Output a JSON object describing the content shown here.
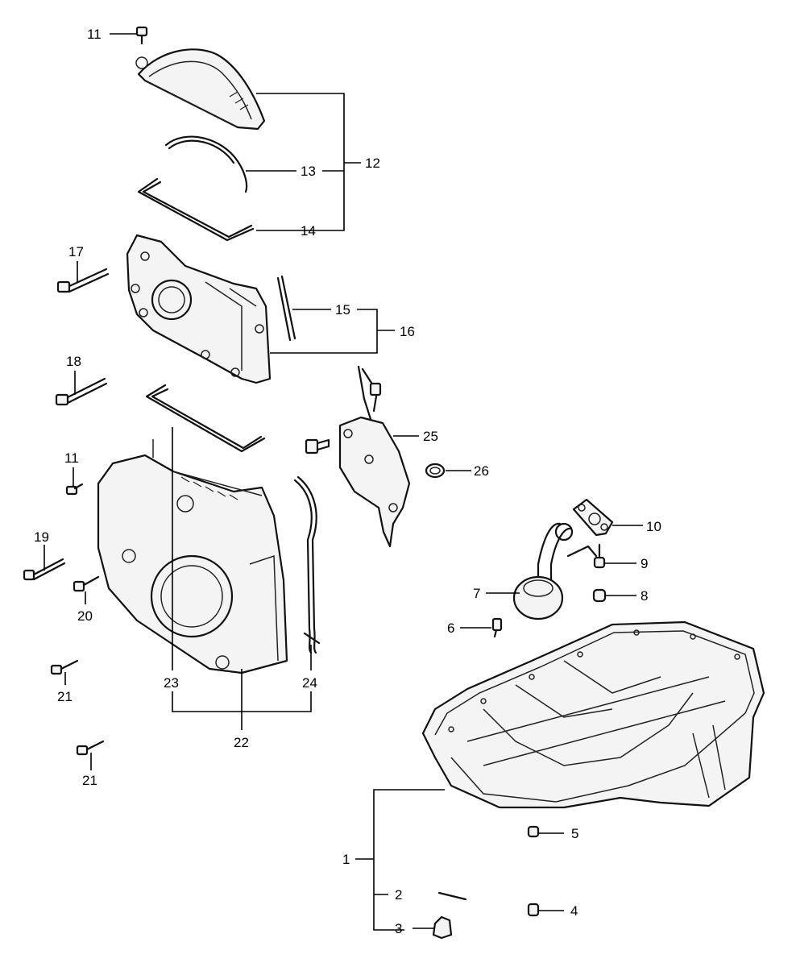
{
  "callouts": {
    "c1": "1",
    "c2": "2",
    "c3": "3",
    "c4": "4",
    "c5": "5",
    "c6": "6",
    "c7": "7",
    "c8": "8",
    "c9": "9",
    "c10": "10",
    "c11_top": "11",
    "c11_left": "11",
    "c12": "12",
    "c13": "13",
    "c14": "14",
    "c15": "15",
    "c16": "16",
    "c17": "17",
    "c18": "18",
    "c19": "19",
    "c20": "20",
    "c21_a": "21",
    "c21_b": "21",
    "c22": "22",
    "c23": "23",
    "c24": "24",
    "c25": "25",
    "c26": "26"
  }
}
